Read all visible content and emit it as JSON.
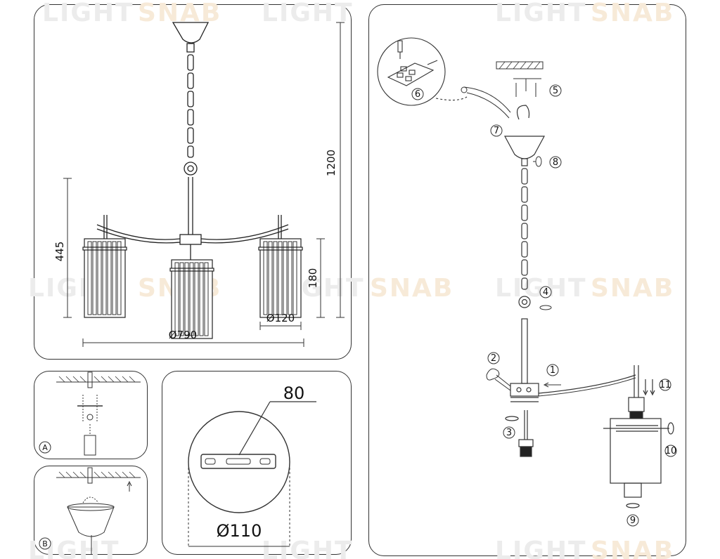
{
  "watermark": {
    "part1": "LIGHT",
    "part2": "SNAB"
  },
  "dimensions": {
    "total_height": "1200",
    "body_height": "445",
    "shade_height": "180",
    "shade_diameter": "Ø120",
    "span_diameter": "Ø790"
  },
  "bracket": {
    "hole_spacing": "80",
    "canopy_diameter": "Ø110"
  },
  "insets": {
    "a": "A",
    "b": "B"
  },
  "steps": [
    "1",
    "2",
    "3",
    "4",
    "5",
    "6",
    "7",
    "8",
    "9",
    "10",
    "11"
  ],
  "colors": {
    "line": "#333333",
    "fill": "#ffffff",
    "watermark": "#ececec",
    "watermark_accent": "#f7ead8"
  }
}
